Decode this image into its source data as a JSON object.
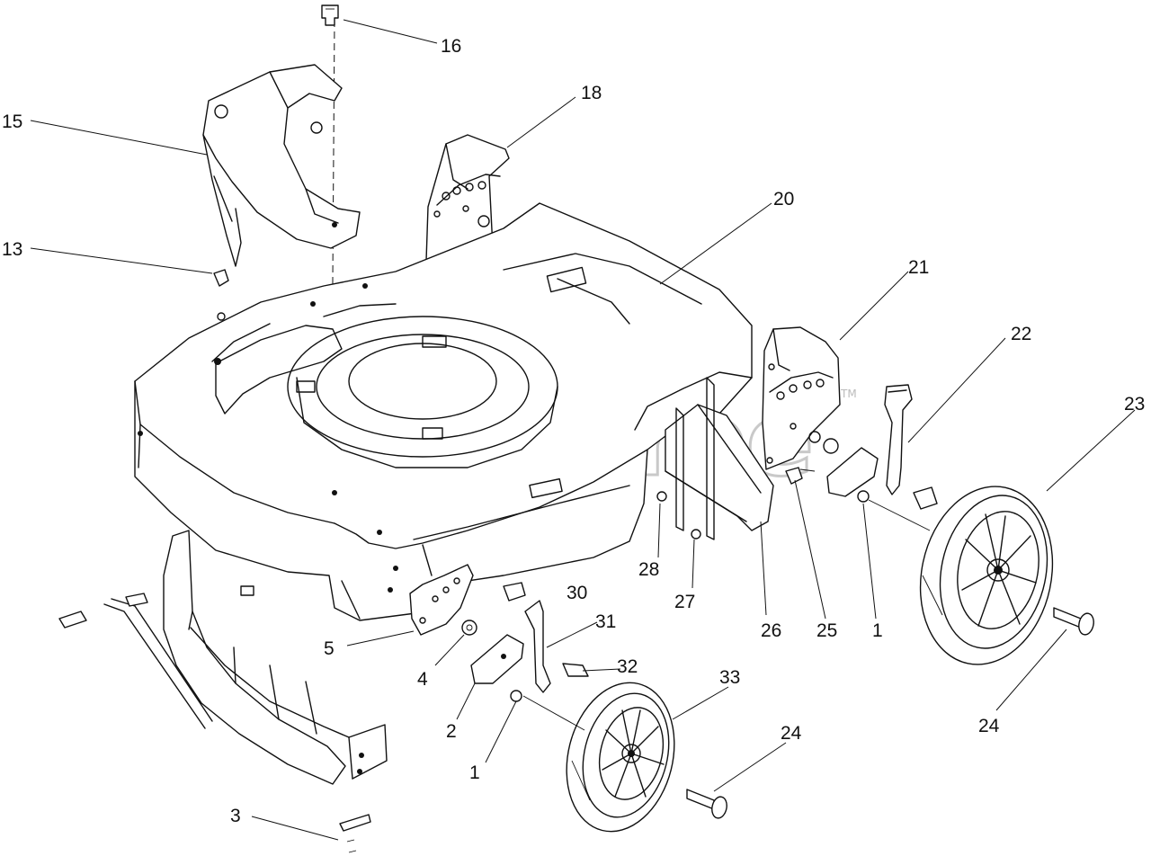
{
  "watermark": {
    "text": "PartsTree",
    "mark": "TM"
  },
  "callouts": [
    "16",
    "15",
    "18",
    "13",
    "20",
    "21",
    "22",
    "23",
    "28",
    "27",
    "26",
    "25",
    "1",
    "30",
    "31",
    "5",
    "4",
    "32",
    "33",
    "2",
    "1",
    "24",
    "24",
    "3"
  ]
}
